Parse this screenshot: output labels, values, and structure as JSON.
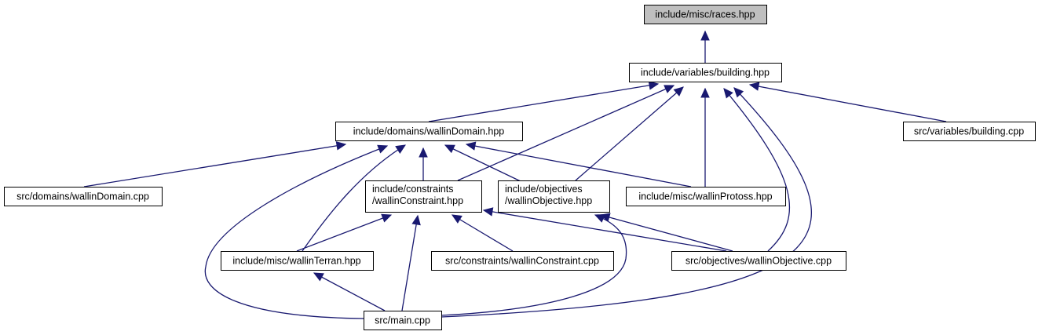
{
  "graph": {
    "edge_color": "#191970",
    "root_fill": "#bfbfbf",
    "nodes": [
      {
        "id": "races",
        "lines": [
          "include/misc/races.hpp"
        ],
        "highlighted": true
      },
      {
        "id": "building_hpp",
        "lines": [
          "include/variables/building.hpp"
        ]
      },
      {
        "id": "wallinDomain_hpp",
        "lines": [
          "include/domains/wallinDomain.hpp"
        ]
      },
      {
        "id": "building_cpp",
        "lines": [
          "src/variables/building.cpp"
        ]
      },
      {
        "id": "wallinDomain_cpp",
        "lines": [
          "src/domains/wallinDomain.cpp"
        ]
      },
      {
        "id": "wallinConstraint_hpp",
        "lines": [
          "include/constraints",
          "/wallinConstraint.hpp"
        ]
      },
      {
        "id": "wallinObjective_hpp",
        "lines": [
          "include/objectives",
          "/wallinObjective.hpp"
        ]
      },
      {
        "id": "wallinProtoss_hpp",
        "lines": [
          "include/misc/wallinProtoss.hpp"
        ]
      },
      {
        "id": "wallinTerran_hpp",
        "lines": [
          "include/misc/wallinTerran.hpp"
        ]
      },
      {
        "id": "wallinConstraint_cpp",
        "lines": [
          "src/constraints/wallinConstraint.cpp"
        ]
      },
      {
        "id": "wallinObjective_cpp",
        "lines": [
          "src/objectives/wallinObjective.cpp"
        ]
      },
      {
        "id": "main_cpp",
        "lines": [
          "src/main.cpp"
        ]
      }
    ],
    "edges": [
      {
        "from": "building_hpp",
        "to": "races"
      },
      {
        "from": "wallinDomain_hpp",
        "to": "building_hpp"
      },
      {
        "from": "wallinConstraint_hpp",
        "to": "building_hpp"
      },
      {
        "from": "wallinObjective_hpp",
        "to": "building_hpp"
      },
      {
        "from": "wallinProtoss_hpp",
        "to": "building_hpp"
      },
      {
        "from": "wallinObjective_cpp",
        "to": "building_hpp"
      },
      {
        "from": "main_cpp",
        "to": "building_hpp"
      },
      {
        "from": "building_cpp",
        "to": "building_hpp"
      },
      {
        "from": "wallinDomain_cpp",
        "to": "wallinDomain_hpp"
      },
      {
        "from": "wallinConstraint_hpp",
        "to": "wallinDomain_hpp"
      },
      {
        "from": "wallinObjective_hpp",
        "to": "wallinDomain_hpp"
      },
      {
        "from": "wallinProtoss_hpp",
        "to": "wallinDomain_hpp"
      },
      {
        "from": "wallinTerran_hpp",
        "to": "wallinDomain_hpp"
      },
      {
        "from": "main_cpp",
        "to": "wallinDomain_hpp"
      },
      {
        "from": "wallinTerran_hpp",
        "to": "wallinConstraint_hpp"
      },
      {
        "from": "main_cpp",
        "to": "wallinConstraint_hpp"
      },
      {
        "from": "wallinConstraint_cpp",
        "to": "wallinConstraint_hpp"
      },
      {
        "from": "wallinObjective_cpp",
        "to": "wallinConstraint_hpp"
      },
      {
        "from": "wallinObjective_cpp",
        "to": "wallinObjective_hpp"
      },
      {
        "from": "main_cpp",
        "to": "wallinObjective_hpp"
      },
      {
        "from": "main_cpp",
        "to": "wallinTerran_hpp"
      }
    ]
  }
}
